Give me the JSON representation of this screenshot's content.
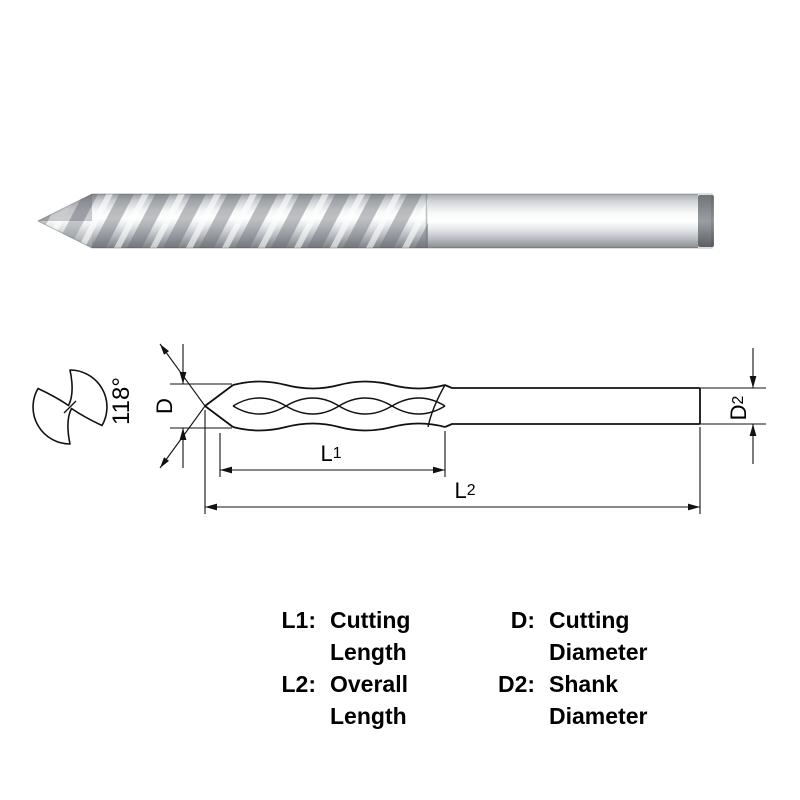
{
  "diagram": {
    "point_angle": "118°",
    "d": {
      "base": "D"
    },
    "d2": {
      "base": "D",
      "sub": "2"
    },
    "l1": {
      "base": "L",
      "sub": "1"
    },
    "l2": {
      "base": "L",
      "sub": "2"
    }
  },
  "legend": {
    "items": [
      {
        "key": "L1:",
        "label": "Cutting Length"
      },
      {
        "key": "D:",
        "label": "Cutting Diameter"
      },
      {
        "key": "L2:",
        "label": "Overall Length"
      },
      {
        "key": "D2:",
        "label": "Shank Diameter"
      }
    ]
  },
  "colors": {
    "line": "#111111",
    "steel_light": "#ffffff",
    "steel_mid": "#c9cdd1",
    "steel_dark": "#7c8186",
    "background": "#ffffff"
  }
}
